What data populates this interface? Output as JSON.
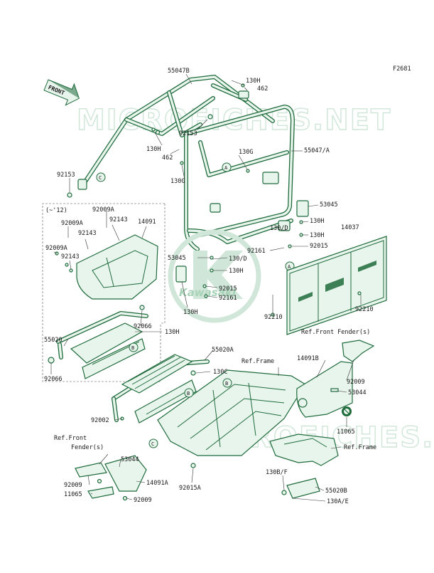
{
  "figure_code": "F2681",
  "front_tag": "FRONT",
  "watermark": "MICROFICHES.NET",
  "logo_text": "Kawasaki",
  "callouts": {
    "a": "A",
    "b": "B",
    "c": "C"
  },
  "year_note": "(~'12)",
  "labels": {
    "l55047b": "55047B",
    "l130h_top": "130H",
    "l462_top": "462",
    "l92153_top": "92153",
    "l130h_a": "130H",
    "l462_b": "462",
    "l130g_a": "130G",
    "l130g_b": "130G",
    "l55047a": "55047/A",
    "l92153_left": "92153",
    "l53045_r": "53045",
    "l130h_r1": "130H",
    "l130h_r2": "130H",
    "l130d_r": "130/D",
    "l92015_r": "92015",
    "l92161_r": "92161",
    "l14037": "14037",
    "l53045_l": "53045",
    "l130d_l": "130/D",
    "l130h_l": "130H",
    "l92015_l": "92015",
    "l92161_l": "92161",
    "l130h_low": "130H",
    "l92210_a": "92210",
    "l92210_b": "92210",
    "l92009a_1": "92009A",
    "l92009a_2": "92009A",
    "l92009a_3": "92009A",
    "l92143_1": "92143",
    "l92143_2": "92143",
    "l92143_3": "92143",
    "l14091": "14091",
    "l92066_a": "92066",
    "l130h_box": "130H",
    "l55020": "55020",
    "l92066_b": "92066",
    "l55020a": "55020A",
    "l130c": "130C",
    "l92002": "92002",
    "ref_frame_1": "Ref.Frame",
    "ref_front_fender_1": "Ref.Front Fender(s)",
    "l14091b": "14091B",
    "l92009_r": "92009",
    "l53044_r": "53044",
    "l11065_r": "11065",
    "ref_frame_2": "Ref.Frame",
    "ref_front_1": "Ref.Front",
    "ref_fender_1": "Fender(s)",
    "l53044_l": "53044",
    "l92009_l1": "92009",
    "l14091a": "14091A",
    "l11065_l": "11065",
    "l92015a": "92015A",
    "l92009_l2": "92009",
    "l130bf": "130B/F",
    "l55020b": "55020B",
    "l130ae": "130A/E"
  }
}
